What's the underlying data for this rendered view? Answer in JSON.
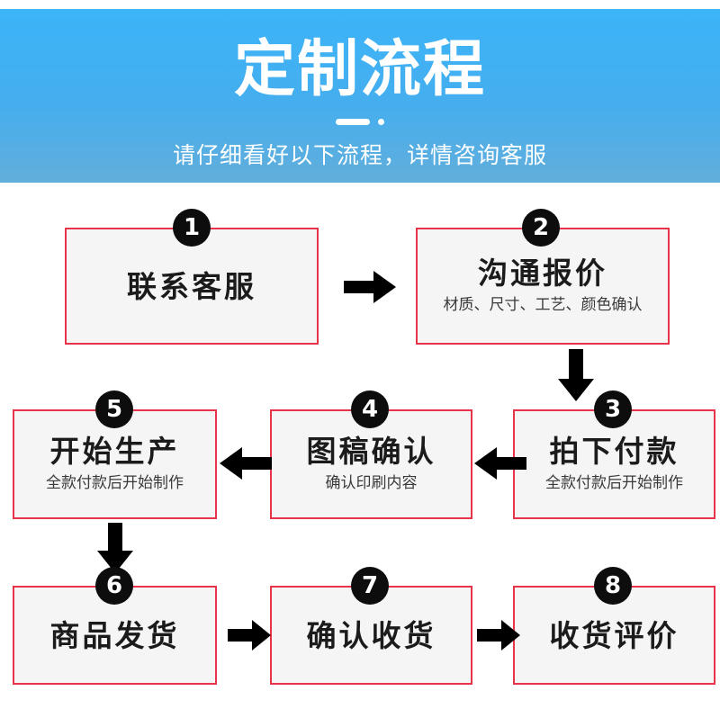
{
  "banner": {
    "title": "定制流程",
    "subtitle": "请仔细看好以下流程，详情咨询客服",
    "divider_icon": "dash-dot-divider-icon",
    "gradient_top": "#3bb4f8",
    "gradient_bottom": "#62aedb",
    "text_color": "#ffffff"
  },
  "theme": {
    "box_border_color": "#e8344a",
    "box_fill_color": "#f5f5f5",
    "badge_color": "#0d0d0d",
    "badge_text_color": "#ffffff",
    "arrow_color": "#000000",
    "title_color": "#1b1b1b",
    "subtitle_color": "#3a3a3a"
  },
  "flow": {
    "steps": [
      {
        "number": "1",
        "title": "联系客服",
        "subtitle": ""
      },
      {
        "number": "2",
        "title": "沟通报价",
        "subtitle": "材质、尺寸、工艺、颜色确认"
      },
      {
        "number": "3",
        "title": "拍下付款",
        "subtitle": "全款付款后开始制作"
      },
      {
        "number": "4",
        "title": "图稿确认",
        "subtitle": "确认印刷内容"
      },
      {
        "number": "5",
        "title": "开始生产",
        "subtitle": "全款付款后开始制作"
      },
      {
        "number": "6",
        "title": "商品发货",
        "subtitle": ""
      },
      {
        "number": "7",
        "title": "确认收货",
        "subtitle": ""
      },
      {
        "number": "8",
        "title": "收货评价",
        "subtitle": ""
      }
    ],
    "connectors": [
      {
        "id": "arrow-1-to-2",
        "direction": "right",
        "icon": "arrow-right-icon"
      },
      {
        "id": "arrow-2-to-3",
        "direction": "down",
        "icon": "arrow-down-icon"
      },
      {
        "id": "arrow-3-to-4",
        "direction": "left",
        "icon": "arrow-left-icon"
      },
      {
        "id": "arrow-4-to-5",
        "direction": "left",
        "icon": "arrow-left-icon"
      },
      {
        "id": "arrow-5-to-6",
        "direction": "down",
        "icon": "arrow-down-icon"
      },
      {
        "id": "arrow-6-to-7",
        "direction": "right",
        "icon": "arrow-right-icon"
      },
      {
        "id": "arrow-7-to-8",
        "direction": "right",
        "icon": "arrow-right-icon"
      }
    ]
  }
}
